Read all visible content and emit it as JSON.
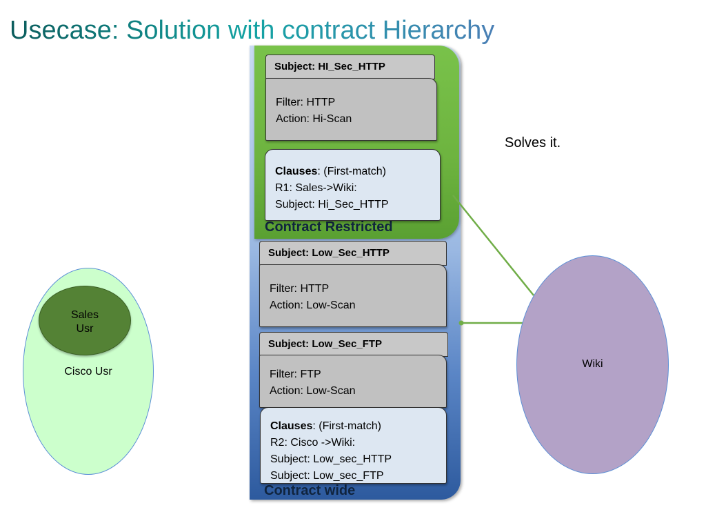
{
  "title": {
    "prefix": "Usecase: ",
    "main": "Solution with contract Hierarchy"
  },
  "contract_wide": {
    "label": "Contract wide",
    "subjects": [
      {
        "tab": "Subject: Low_Sec_HTTP",
        "filter": "Filter: HTTP",
        "action": "Action:  Low-Scan"
      },
      {
        "tab": "Subject: Low_Sec_FTP",
        "filter": "Filter: FTP",
        "action": "Action:  Low-Scan"
      }
    ],
    "clauses": {
      "heading": "Clauses",
      "heading_suffix": ": (First-match)",
      "lines": [
        "R2: Cisco ->Wiki:",
        "Subject: Low_sec_HTTP",
        "Subject: Low_sec_FTP"
      ]
    }
  },
  "contract_restricted": {
    "label": "Contract Restricted",
    "subject": {
      "tab": "Subject: HI_Sec_HTTP",
      "filter": "Filter: HTTP",
      "action": "Action:  Hi-Scan"
    },
    "clauses": {
      "heading": "Clauses",
      "heading_suffix": ": (First-match)",
      "lines": [
        "R1:  Sales->Wiki:",
        "Subject: Hi_Sec_HTTP"
      ]
    }
  },
  "nodes": {
    "cisco_usr": "Cisco Usr",
    "sales_usr": [
      "Sales",
      "Usr"
    ],
    "wiki": "Wiki"
  },
  "note": "Solves it.",
  "colors": {
    "contract_restricted": "#6db33f",
    "contract_wide_top": "#c9dbf2",
    "contract_wide_bottom": "#2d5a9e",
    "connector": "#70ad47",
    "cisco_usr": "#ccffcc",
    "sales_usr": "#548235",
    "wiki": "#b3a2c7"
  }
}
